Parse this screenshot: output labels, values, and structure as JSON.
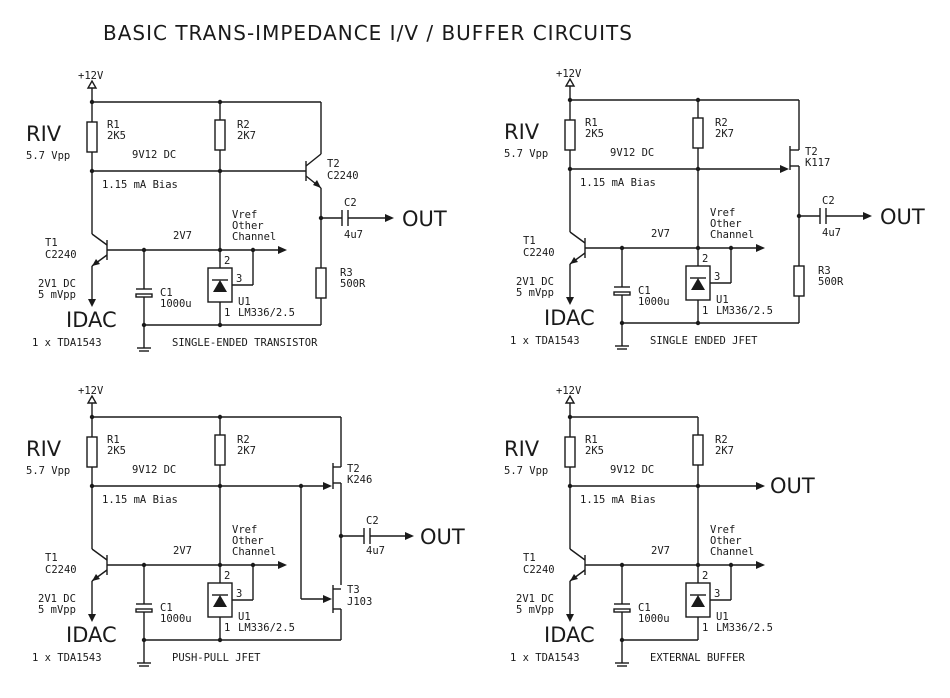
{
  "title": "BASIC TRANS-IMPEDANCE I/V / BUFFER CIRCUITS",
  "common": {
    "supply": "+12V",
    "riv": "RIV",
    "riv_level": "5.7 Vpp",
    "r1_name": "R1",
    "r1_value": "2K5",
    "r2_name": "R2",
    "r2_value": "2K7",
    "dc_label": "9V12 DC",
    "bias": "1.15 mA Bias",
    "t1_name": "T1",
    "t1_part": "C2240",
    "v2v7": "2V7",
    "vref": [
      "Vref",
      "Other",
      "Channel"
    ],
    "dac_dc": "2V1 DC",
    "dac_ac": "5 mVpp",
    "idac": "IDAC",
    "dac_chip": "1 x TDA1543",
    "c1_name": "C1",
    "c1_value": "1000u",
    "u1_name": "U1",
    "u1_part": "LM336/2.5",
    "pin1": "1",
    "pin2": "2",
    "pin3": "3",
    "out": "OUT"
  },
  "circuits": [
    {
      "caption": "SINGLE-ENDED TRANSISTOR",
      "t2_name": "T2",
      "t2_part": "C2240",
      "c2_name": "C2",
      "c2_value": "4u7",
      "r3_name": "R3",
      "r3_value": "500R"
    },
    {
      "caption": "SINGLE ENDED JFET",
      "t2_name": "T2",
      "t2_part": "K117",
      "c2_name": "C2",
      "c2_value": "4u7",
      "r3_name": "R3",
      "r3_value": "500R"
    },
    {
      "caption": "PUSH-PULL JFET",
      "t2_name": "T2",
      "t2_part": "K246",
      "t3_name": "T3",
      "t3_part": "J103",
      "c2_name": "C2",
      "c2_value": "4u7"
    },
    {
      "caption": "EXTERNAL BUFFER"
    }
  ]
}
